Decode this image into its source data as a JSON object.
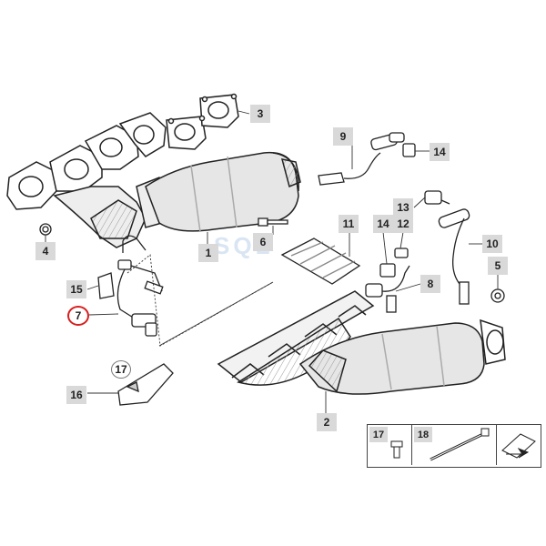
{
  "diagram": {
    "callouts": [
      {
        "id": "p1",
        "label": "1"
      },
      {
        "id": "p2",
        "label": "2"
      },
      {
        "id": "p3",
        "label": "3"
      },
      {
        "id": "p4",
        "label": "4"
      },
      {
        "id": "p5",
        "label": "5"
      },
      {
        "id": "p6",
        "label": "6"
      },
      {
        "id": "p7",
        "label": "7",
        "highlighted": true
      },
      {
        "id": "p8",
        "label": "8"
      },
      {
        "id": "p9",
        "label": "9"
      },
      {
        "id": "p10",
        "label": "10"
      },
      {
        "id": "p11",
        "label": "11"
      },
      {
        "id": "p12",
        "label": "12"
      },
      {
        "id": "p13",
        "label": "13"
      },
      {
        "id": "p14a",
        "label": "14"
      },
      {
        "id": "p14b",
        "label": "14"
      },
      {
        "id": "p15",
        "label": "15"
      },
      {
        "id": "p16",
        "label": "16"
      },
      {
        "id": "p17",
        "label": "17",
        "ringed": true
      }
    ],
    "legend": {
      "items": [
        {
          "label": "17"
        },
        {
          "label": "18"
        }
      ]
    },
    "watermark": "SQL",
    "colors": {
      "callout_bg": "#d9d9d9",
      "highlight": "#d81e1e",
      "line": "#222222",
      "watermark": "#78a0d2"
    }
  }
}
